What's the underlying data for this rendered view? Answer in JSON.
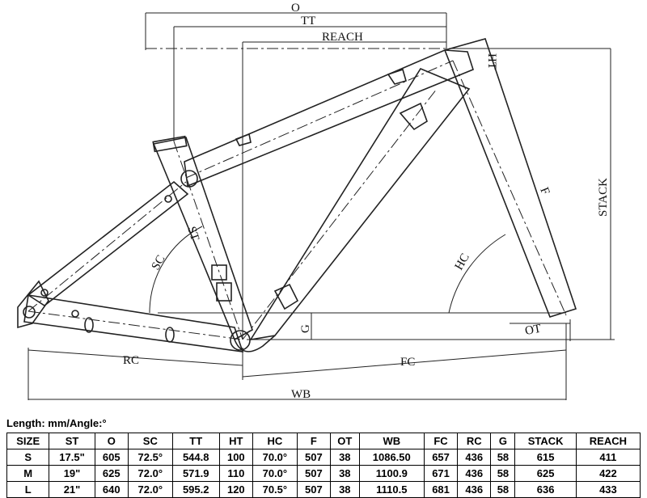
{
  "diagram": {
    "labels": {
      "o": "O",
      "tt": "TT",
      "reach": "REACH",
      "ht": "HT",
      "stack": "STACK",
      "f": "F",
      "st": "ST",
      "sc": "SC",
      "hc": "HC",
      "g": "G",
      "ot": "OT",
      "rc": "RC",
      "fc": "FC",
      "wb": "WB"
    }
  },
  "units_label": "Length: mm/Angle:°",
  "table": {
    "headers": [
      "SIZE",
      "ST",
      "O",
      "SC",
      "TT",
      "HT",
      "HC",
      "F",
      "OT",
      "WB",
      "FC",
      "RC",
      "G",
      "STACK",
      "REACH"
    ],
    "rows": [
      [
        "S",
        "17.5\"",
        "605",
        "72.5°",
        "544.8",
        "100",
        "70.0°",
        "507",
        "38",
        "1086.50",
        "657",
        "436",
        "58",
        "615",
        "411"
      ],
      [
        "M",
        "19\"",
        "625",
        "72.0°",
        "571.9",
        "110",
        "70.0°",
        "507",
        "38",
        "1100.9",
        "671",
        "436",
        "58",
        "625",
        "422"
      ],
      [
        "L",
        "21\"",
        "640",
        "72.0°",
        "595.2",
        "120",
        "70.5°",
        "507",
        "38",
        "1110.5",
        "681",
        "436",
        "58",
        "636",
        "433"
      ]
    ]
  }
}
